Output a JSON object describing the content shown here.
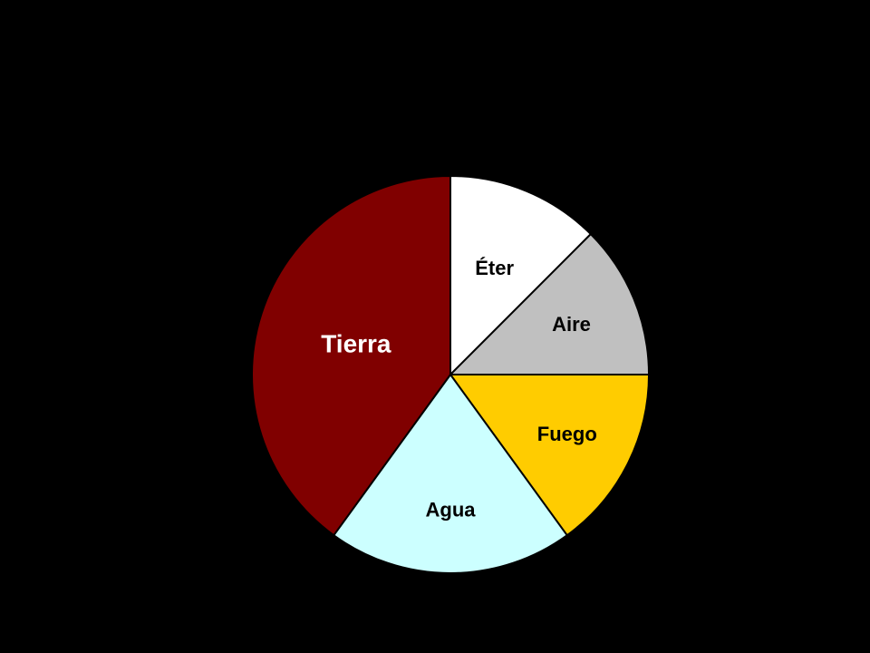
{
  "chart_data": {
    "type": "pie",
    "title": "",
    "start": "12 o'clock",
    "direction": "clockwise",
    "slices": [
      {
        "label": "Éter",
        "value": 12.5,
        "color": "#FFFFFF",
        "label_color": "#000000"
      },
      {
        "label": "Aire",
        "value": 12.5,
        "color": "#C0C0C0",
        "label_color": "#000000"
      },
      {
        "label": "Fuego",
        "value": 15,
        "color": "#FFCC00",
        "label_color": "#000000"
      },
      {
        "label": "Agua",
        "value": 20,
        "color": "#CCFFFF",
        "label_color": "#000000"
      },
      {
        "label": "Tierra",
        "value": 40,
        "color": "#800000",
        "label_color": "#FFFFFF"
      }
    ],
    "slice_border_color": "#000000",
    "background": "#000000"
  }
}
